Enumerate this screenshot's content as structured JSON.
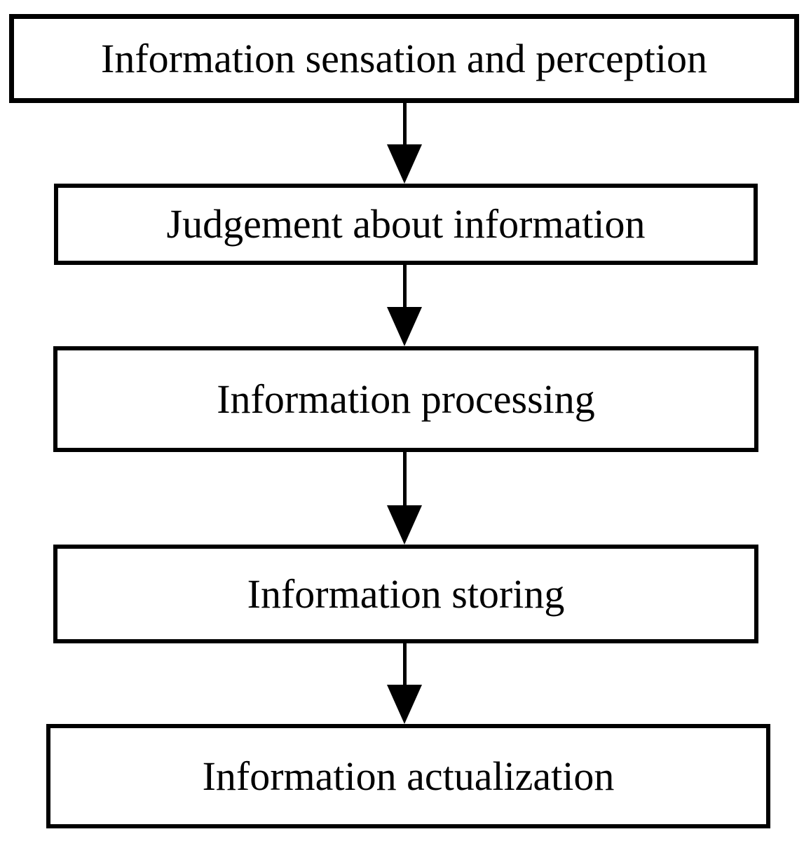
{
  "diagram": {
    "type": "flowchart",
    "direction": "top-down",
    "colors": {
      "background": "#ffffff",
      "box_border": "#000000",
      "text": "#000000",
      "arrow": "#000000"
    },
    "boxes": [
      {
        "id": 1,
        "label": "Information sensation and perception"
      },
      {
        "id": 2,
        "label": "Judgement about information"
      },
      {
        "id": 3,
        "label": "Information processing"
      },
      {
        "id": 4,
        "label": "Information storing"
      },
      {
        "id": 5,
        "label": "Information actualization"
      }
    ],
    "connections": [
      {
        "from": 1,
        "to": 2,
        "style": "solid-down-arrow"
      },
      {
        "from": 2,
        "to": 3,
        "style": "solid-down-arrow"
      },
      {
        "from": 3,
        "to": 4,
        "style": "solid-down-arrow"
      },
      {
        "from": 4,
        "to": 5,
        "style": "solid-down-arrow"
      }
    ]
  }
}
